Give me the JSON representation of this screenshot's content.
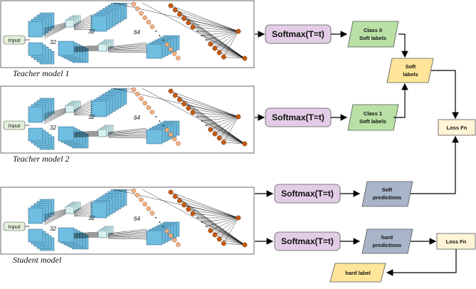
{
  "models": [
    {
      "caption": "Teacher model 1",
      "input_label": "Input",
      "kernel_a": "32",
      "kernel_b": "32",
      "kernel_c": "64"
    },
    {
      "caption": "Teacher model 2",
      "input_label": "Input",
      "kernel_a": "32",
      "kernel_b": "32",
      "kernel_c": "64"
    },
    {
      "caption": "Student model",
      "input_label": "Input",
      "kernel_a": "32",
      "kernel_b": "32",
      "kernel_c": "64"
    }
  ],
  "softmax": {
    "label": "Softmax(T=t)"
  },
  "outputs": {
    "class0": [
      "Class 0",
      "Soft labels"
    ],
    "class1": [
      "Class 1",
      "Soft labels"
    ],
    "soft_labels": [
      "Soft",
      "labels"
    ],
    "soft_predictions": [
      "Soft",
      "predictions"
    ],
    "hard_predictions": [
      "hard",
      "predictions"
    ],
    "hard_label": "hard label",
    "loss_fn_1": "Loss Fn",
    "loss_fn_2": "Loss Fn"
  },
  "colors": {
    "cnn_blue": "#6fbde0",
    "cnn_light": "#d8f0ec",
    "input_green": "#e2efd9",
    "neuron_light": "#f4b183",
    "neuron_dark": "#c55a11",
    "softmax_purple": "#e3cde6",
    "soft_green": "#b9e1a5",
    "soft_yellow": "#fee599",
    "pred_gray": "#a8b4c8",
    "loss_cream": "#fff4d6"
  }
}
